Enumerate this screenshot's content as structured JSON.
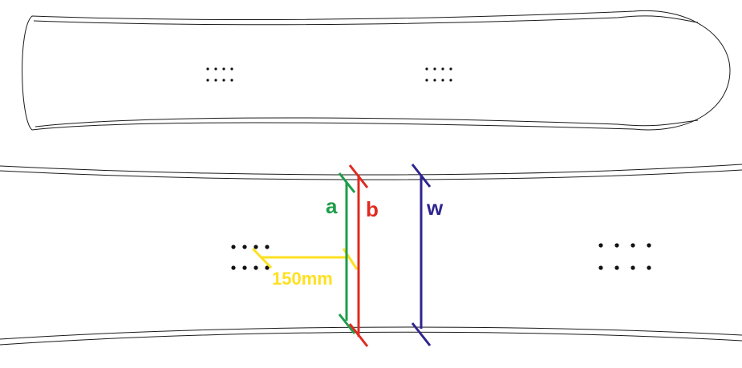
{
  "labels": {
    "a": "a",
    "b": "b",
    "w": "w",
    "offset": "150mm"
  },
  "colors": {
    "outline": "#1a1a1a",
    "a": "#1e9e4a",
    "b": "#e02a20",
    "w": "#2e2590",
    "offset": "#ffe020",
    "insert": "#111111"
  }
}
